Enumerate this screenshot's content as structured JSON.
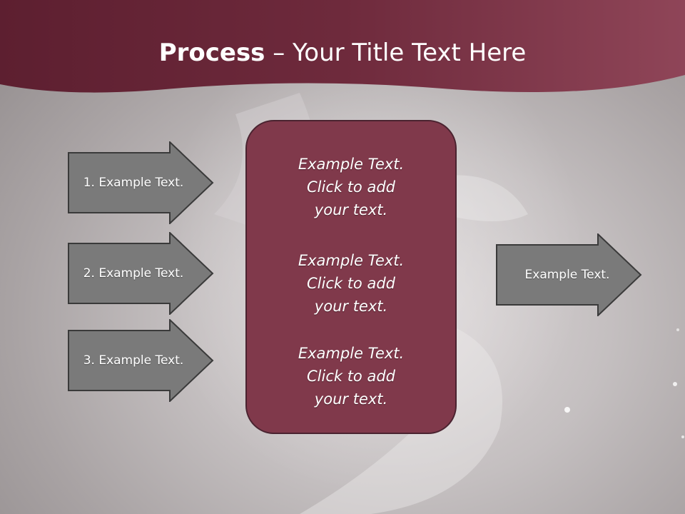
{
  "header": {
    "title_bold": "Process",
    "title_rest": " – Your Title Text Here"
  },
  "left_steps": [
    {
      "label": "1. Example Text."
    },
    {
      "label": "2. Example Text."
    },
    {
      "label": "3. Example Text."
    }
  ],
  "center_box": {
    "items": [
      "Example Text.\nClick  to add\nyour text.",
      "Example Text.\nClick  to add\nyour text.",
      "Example Text.\nClick  to add\nyour text."
    ]
  },
  "output": {
    "label": "Example Text."
  },
  "colors": {
    "header": "#7f3447",
    "box_fill": "#80394b",
    "arrow_fill": "#7a7a7a"
  }
}
